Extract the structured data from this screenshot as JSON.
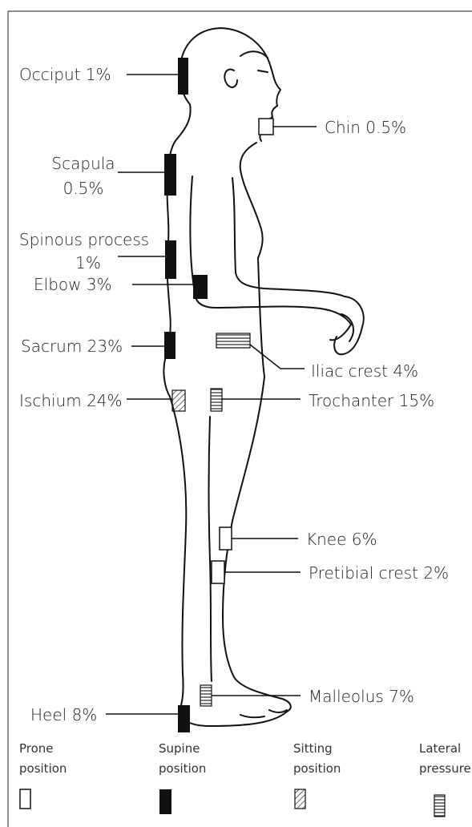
{
  "labels": {
    "occiput": "Occiput 1%",
    "chin": "Chin 0.5%",
    "scapula_line1": "Scapula",
    "scapula_line2": "0.5%",
    "spinous_line1": "Spinous process",
    "spinous_line2": "1%",
    "elbow": "Elbow 3%",
    "sacrum": "Sacrum 23%",
    "iliac": "Iliac crest 4%",
    "ischium": "Ischium 24%",
    "trochanter": "Trochanter 15%",
    "knee": "Knee 6%",
    "pretibial": "Pretibial crest 2%",
    "malleolus": "Malleolus 7%",
    "heel": "Heel 8%"
  },
  "legend": [
    {
      "line1": "Prone",
      "line2": "position",
      "swatch": "empty"
    },
    {
      "line1": "Supine",
      "line2": "position",
      "swatch": "solid"
    },
    {
      "line1": "Sitting",
      "line2": "position",
      "swatch": "diagonal"
    },
    {
      "line1": "Lateral",
      "line2": "pressure",
      "swatch": "horizontal"
    }
  ],
  "colors": {
    "ink": "#111111",
    "paper": "#ffffff"
  }
}
